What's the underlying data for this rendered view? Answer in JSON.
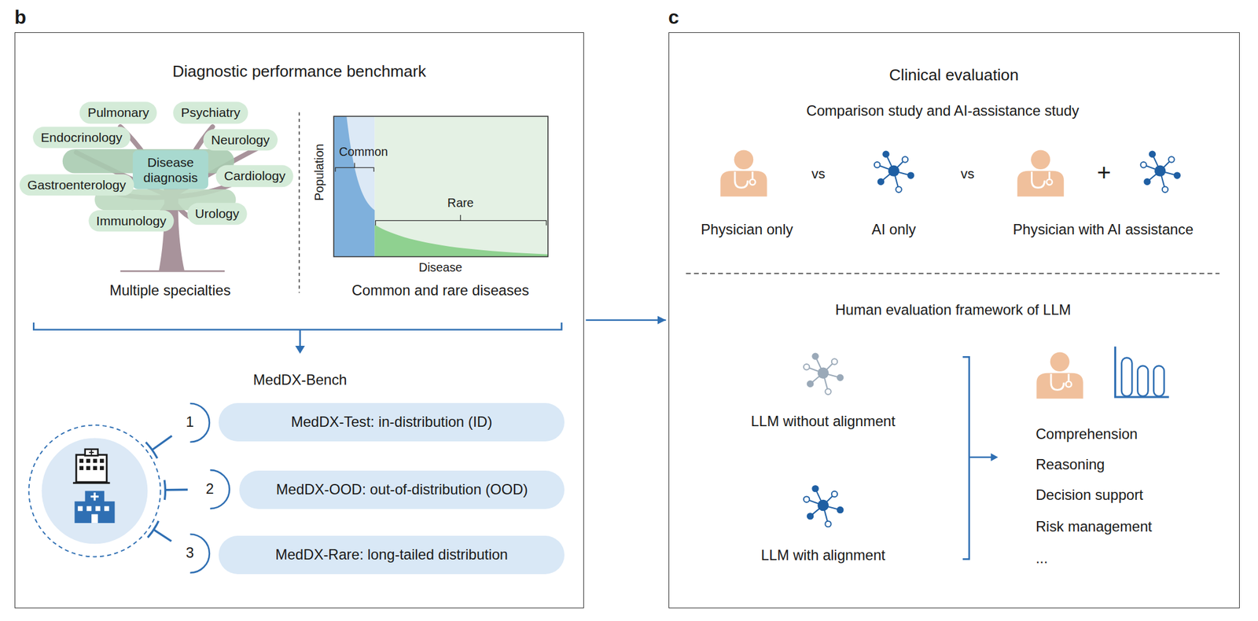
{
  "diagram": {
    "nodes": [
      {
        "text": [
          "Diagnostic performance benchmark"
        ]
      },
      {
        "text": [
          "Pulmonary"
        ],
        "in": 0
      },
      {
        "text": [
          "Psychiatry"
        ],
        "in": 0
      },
      {
        "text": [
          "Endocrinology"
        ],
        "in": 0
      },
      {
        "text": [
          "Neurology"
        ],
        "in": 0
      },
      {
        "text": [
          "Disease diagnosis"
        ],
        "in": 0
      },
      {
        "text": [
          "Cardiology"
        ],
        "in": 0
      },
      {
        "text": [
          "Gastroenterology"
        ],
        "in": 0
      },
      {
        "text": [
          "Urology"
        ],
        "in": 0
      },
      {
        "text": [
          "Immunology"
        ],
        "in": 0
      },
      {
        "text": [
          "1"
        ],
        "in": 0
      },
      {
        "text": [
          "MedDX-Test: in-distribution (ID)"
        ],
        "in": 0
      },
      {
        "text": [
          "2"
        ],
        "in": 0
      },
      {
        "text": [
          "MedDX-OOD: out-of-distribution (OOD)"
        ],
        "in": 0
      },
      {
        "text": [
          "3"
        ],
        "in": 0
      },
      {
        "text": [
          "MedDX-Rare: long-tailed distribution"
        ],
        "in": 0
      },
      {
        "text": [
          "Clinical evaluation"
        ]
      }
    ],
    "edges": [
      {
        "from": 0,
        "to": 16,
        "arrow": "to"
      }
    ],
    "labels": [
      "b",
      "Multiple specialties",
      "Common",
      "Rare",
      "Population",
      "Disease",
      "Common and rare diseases",
      "MedDX-Bench",
      "c",
      "Comparison study and AI-assistance study",
      "vs",
      "vs",
      "+",
      "Physician only",
      "AI only",
      "Physician with AI assistance",
      "Human evaluation framework of LLM",
      "LLM without alignment",
      "LLM with alignment",
      "Comprehension",
      "Reasoning",
      "Decision support",
      "Risk management",
      "..."
    ]
  }
}
